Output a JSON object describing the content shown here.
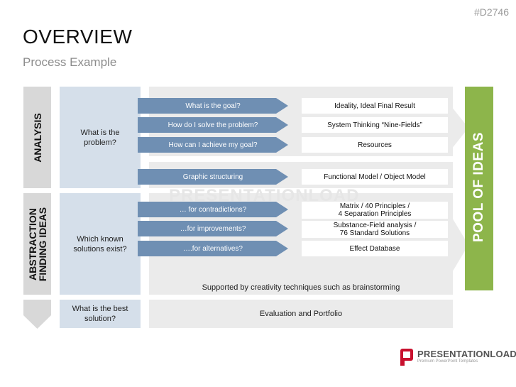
{
  "header": {
    "slide_code": "#D2746",
    "title": "OVERVIEW",
    "subtitle": "Process Example"
  },
  "left_column": {
    "analysis_label": "ANALYSIS",
    "abstraction_label_line1": "ABSTRACTION",
    "abstraction_label_line2": "FINDING IDEAS"
  },
  "questions": {
    "q1_line1": "What is the",
    "q1_line2": "problem?",
    "q2_line1": "Which known",
    "q2_line2": "solutions exist?",
    "q3_line1": "What is the best",
    "q3_line2": "solution?"
  },
  "rows": [
    {
      "step": "What is the goal?",
      "result_line1": "Ideality, Ideal Final Result",
      "result_line2": ""
    },
    {
      "step": "How do I solve the problem?",
      "result_line1": "System Thinking “Nine-Fields”",
      "result_line2": ""
    },
    {
      "step": "How can I achieve my goal?",
      "result_line1": "Resources",
      "result_line2": ""
    },
    {
      "step": "Graphic structuring",
      "result_line1": "Functional Model / Object Model",
      "result_line2": ""
    },
    {
      "step": "… for contradictions?",
      "result_line1": "Matrix / 40 Principles /",
      "result_line2": "4 Separation Principles"
    },
    {
      "step": "…for improvements?",
      "result_line1": "Substance-Field analysis /",
      "result_line2": "76 Standard Solutions"
    },
    {
      "step": "….for alternatives?",
      "result_line1": "Effect Database",
      "result_line2": ""
    }
  ],
  "supported_note": "Supported by creativity techniques such as brainstorming",
  "evaluation": "Evaluation and Portfolio",
  "pool": "POOL OF IDEAS",
  "watermark": "PRESENTATIONLOAD",
  "footer": {
    "brand": "PRESENTATIONLOAD",
    "tagline": "Premium PowerPoint Templates"
  },
  "colors": {
    "arrow": "#6f8fb3",
    "question_box": "#d5dfea",
    "pool": "#8db54b",
    "brand_red": "#c8102e"
  },
  "icons": [
    "down-arrow-icon",
    "pl-logo-icon"
  ]
}
